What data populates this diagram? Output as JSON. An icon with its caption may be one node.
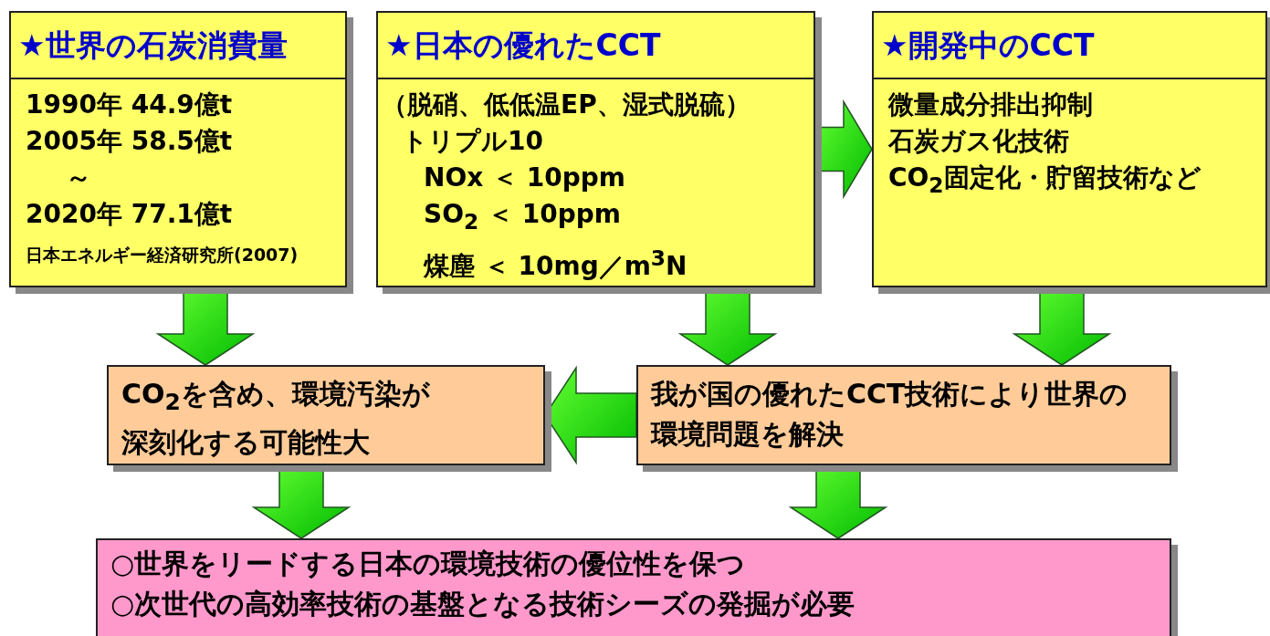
{
  "diagram": {
    "nodes": [
      {
        "text": [
          "★世界の石炭消費量",
          "1990年 44.9億t",
          "2005年 58.5億t",
          "～",
          "2020年 77.1億t",
          "日本エネルギー経済研究所(2007)"
        ]
      },
      {
        "text": [
          "★日本の優れたCCT",
          "（脱硝、低低温EP、湿式脱硫）",
          "トリプル10",
          "NOx ＜ 10ppm",
          "SO$_{2}$ ＜ 10ppm",
          "煤塵 ＜ 10mg／m$^{3}$N"
        ]
      },
      {
        "text": [
          "★開発中のCCT",
          "微量成分排出抑制",
          "石炭ガス化技術",
          "CO$_{2}$固定化・貯留技術など"
        ]
      },
      {
        "text": [
          "CO$_{2}$を含め、環境汚染が深刻化する可能性大"
        ]
      },
      {
        "text": [
          "我が国の優れたCCT技術により世界の環境問題を解決"
        ]
      },
      {
        "text": [
          "○世界をリードする日本の環境技術の優位性を保つ",
          "○次世代の高効率技術の基盤となる技術シーズの発掘が必要"
        ]
      }
    ],
    "edges": [
      {
        "from": 1,
        "to": 2,
        "arrow": "to"
      },
      {
        "from": 0,
        "to": 3,
        "arrow": "to"
      },
      {
        "from": 1,
        "to": 4,
        "arrow": "to"
      },
      {
        "from": 2,
        "to": 4,
        "arrow": "to"
      },
      {
        "from": 4,
        "to": 3,
        "arrow": "to"
      },
      {
        "from": 3,
        "to": 5,
        "arrow": "to"
      },
      {
        "from": 4,
        "to": 5,
        "arrow": "to"
      }
    ]
  }
}
